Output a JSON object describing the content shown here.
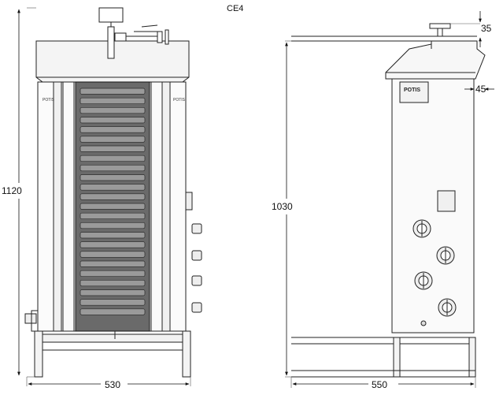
{
  "drawing": {
    "model_label": "CE4",
    "front_view": {
      "height_label": "1120",
      "width_label": "530",
      "brand_left": "POTIS",
      "brand_right": "POTIS",
      "burner_rows": 24
    },
    "side_view": {
      "height_label": "1030",
      "depth_label": "550",
      "top_offset_label": "35",
      "hood_offset_label": "45",
      "plate_label": "POTIS",
      "control_knobs": 4
    }
  }
}
